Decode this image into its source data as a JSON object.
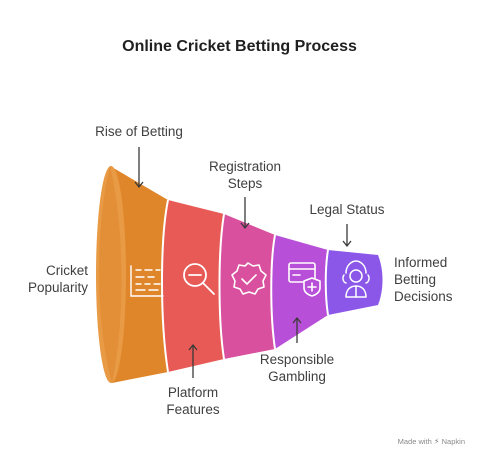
{
  "title": "Online Cricket Betting Process",
  "stages": [
    {
      "name": "Cricket Popularity",
      "lines": [
        "Cricket",
        "Popularity"
      ],
      "color": "#e0862a",
      "icon": "chart-icon"
    },
    {
      "name": "Rise of Betting",
      "lines": [
        "Rise of Betting"
      ],
      "color": "#df8b2b",
      "icon": ""
    },
    {
      "name": "Platform Features",
      "lines": [
        "Platform",
        "Features"
      ],
      "color": "#e85a55",
      "icon": "search-minus-icon"
    },
    {
      "name": "Registration Steps",
      "lines": [
        "Registration",
        "Steps"
      ],
      "color": "#d9509e",
      "icon": "badge-check-icon"
    },
    {
      "name": "Responsible Gambling",
      "lines": [
        "Responsible",
        "Gambling"
      ],
      "color": "#b84fd8",
      "icon": "card-shield-icon"
    },
    {
      "name": "Legal Status",
      "lines": [
        "Legal Status"
      ],
      "color": "#8b57e9",
      "icon": "judge-icon"
    },
    {
      "name": "Informed Betting Decisions",
      "lines": [
        "Informed",
        "Betting",
        "Decisions"
      ],
      "color": "#8b57e9",
      "icon": ""
    }
  ],
  "footer": {
    "made_with": "Made with",
    "brand": "Napkin"
  }
}
